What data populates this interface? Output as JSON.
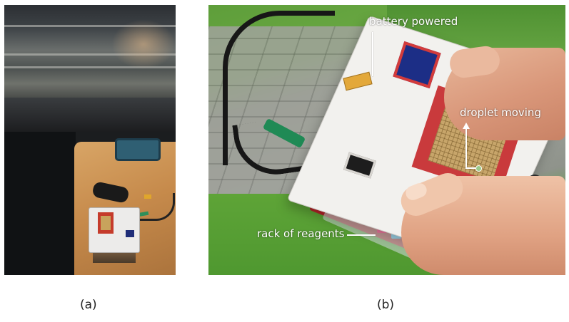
{
  "panels": [
    {
      "caption": "(a)"
    },
    {
      "caption": "(b)",
      "annotations": {
        "battery": "battery powered",
        "droplet": "droplet moving",
        "rack": "rack of reagents"
      }
    }
  ]
}
